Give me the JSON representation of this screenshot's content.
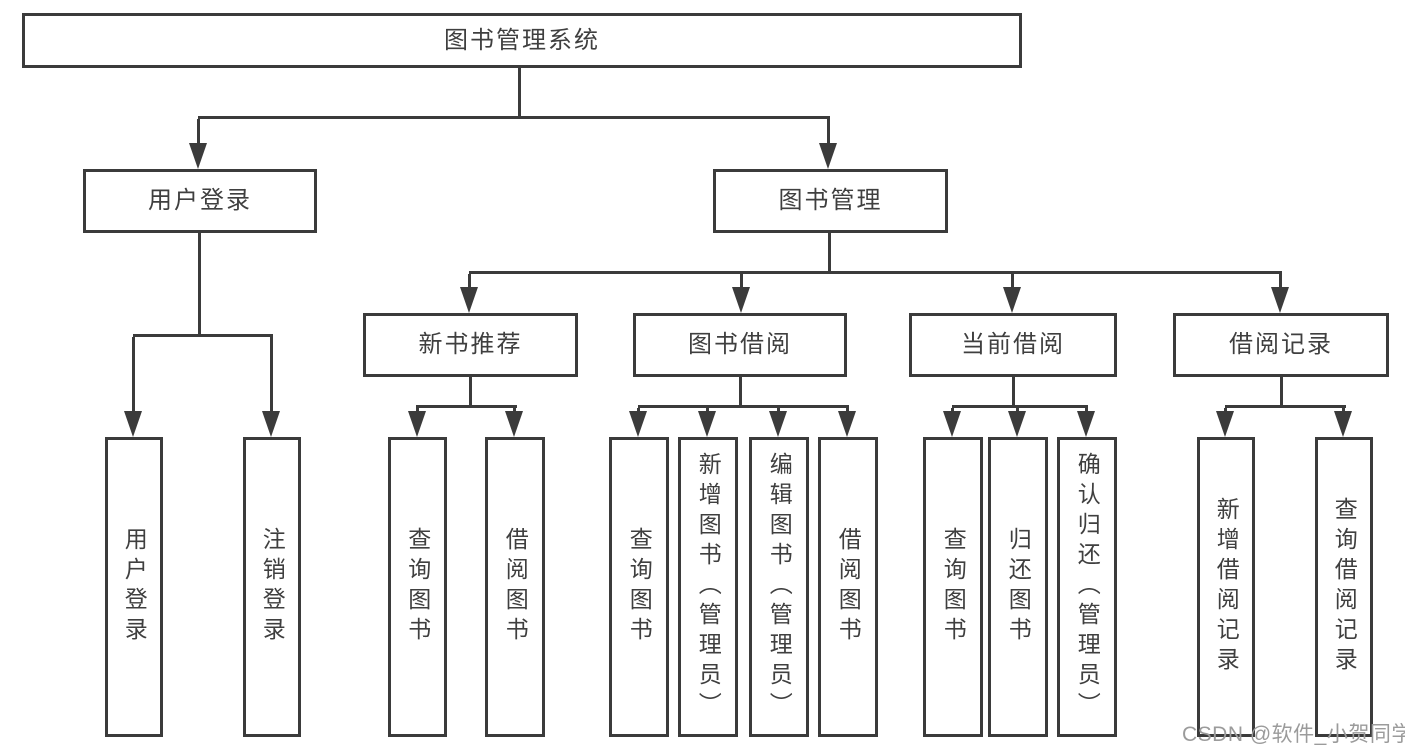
{
  "diagram_title": "图书管理系统",
  "nodes": {
    "root": "图书管理系统",
    "user_login": "用户登录",
    "book_management": "图书管理",
    "new_book_recommend": "新书推荐",
    "book_borrowing": "图书借阅",
    "current_borrowing": "当前借阅",
    "borrow_records": "借阅记录",
    "leaf_user_login": "用户登录",
    "leaf_logout": "注销登录",
    "leaf_query_books_newrec": "查询图书",
    "leaf_borrow_books_newrec": "借阅图书",
    "leaf_query_books_borrow": "查询图书",
    "leaf_add_books_admin": "新增图书（管理员）",
    "leaf_edit_books_admin": "编辑图书（管理员）",
    "leaf_borrow_books_borrow": "借阅图书",
    "leaf_query_books_current": "查询图书",
    "leaf_return_books": "归还图书",
    "leaf_confirm_return_admin": "确认归还（管理员）",
    "leaf_add_borrow_record": "新增借阅记录",
    "leaf_query_borrow_record": "查询借阅记录"
  },
  "watermark": "CSDN @软件_小贺同学",
  "colors": {
    "line": "#3b3b3b",
    "text": "#3f3f3f",
    "background": "#ffffff",
    "watermark": "#9b9b9b"
  }
}
